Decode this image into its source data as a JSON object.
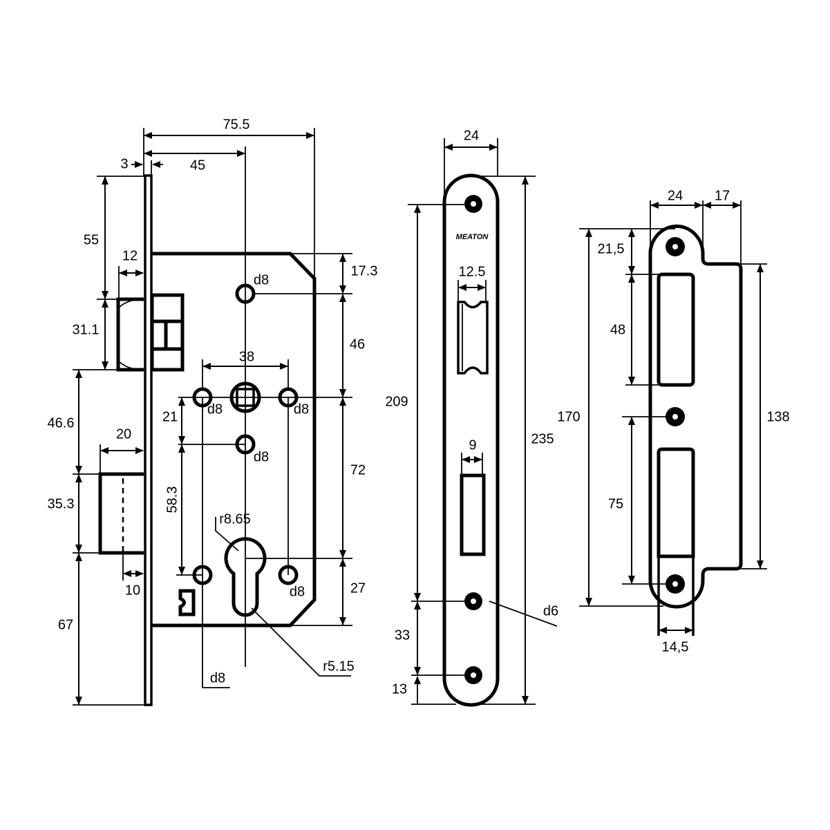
{
  "drawing": {
    "title": "Mortise lock dimensions",
    "brand": "MEATON",
    "lock_body": {
      "width_total": "75.5",
      "backset": "45",
      "faceplate_thickness": "3",
      "top_to_latch": "55",
      "latch_throw": "12",
      "latch_height": "31.1",
      "latch_to_bolt": "46.6",
      "bolt_throw": "20",
      "bolt_height": "35.3",
      "bolt_inner": "10",
      "bolt_to_bottom": "67",
      "case_top_to_hole": "17.3",
      "hole_to_spindle": "46",
      "spindle_to_cylinder": "72",
      "cylinder_to_bottom": "27",
      "spindle_hole_spacing": "38",
      "spindle_to_mid_hole": "21",
      "mid_hole_to_lower_hole": "58.3",
      "hole_label": "d8",
      "cylinder_radius_top": "r8.65",
      "cylinder_radius_bottom": "r5.15"
    },
    "faceplate": {
      "width": "24",
      "total_height": "235",
      "screw_spacing": "209",
      "screw_lower_spacing": "33",
      "screw_to_bottom": "13",
      "latch_slot_width": "12.5",
      "bolt_slot_width": "9",
      "screw_hole_label": "d6"
    },
    "strike_plate": {
      "width": "24",
      "lip": "17",
      "total_height": "170",
      "top_to_slot": "21,5",
      "slot_height": "48",
      "hole_spacing": "75",
      "lip_height": "138",
      "slot_width": "14,5"
    }
  }
}
